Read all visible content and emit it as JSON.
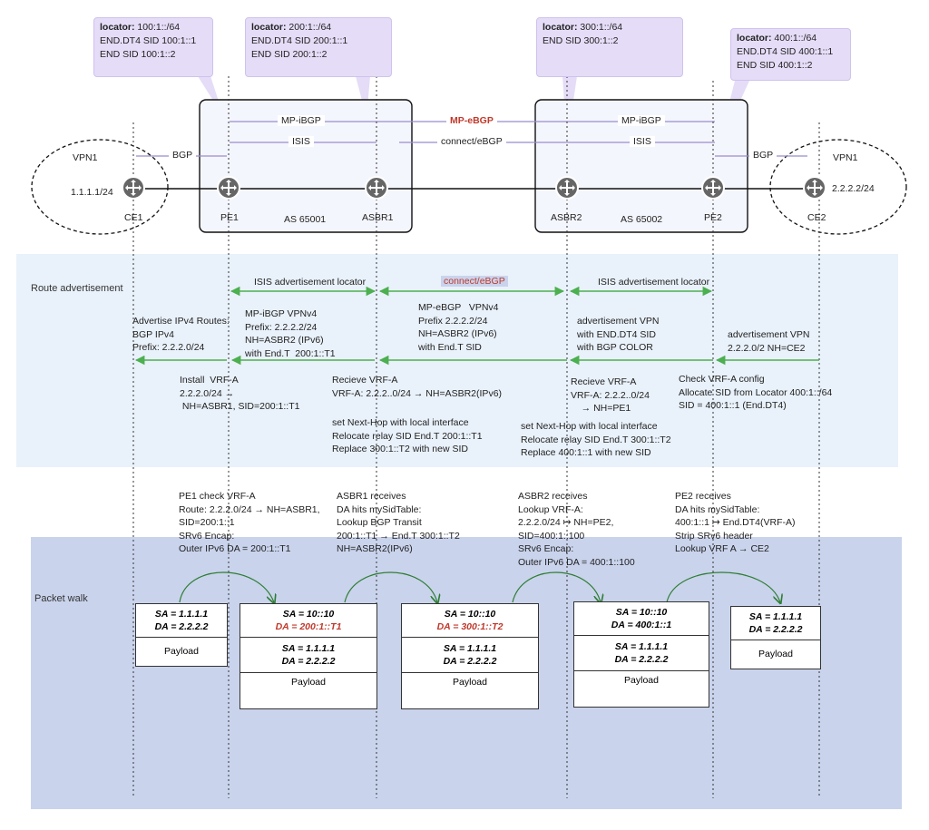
{
  "callouts": {
    "pe1": {
      "key": "locator:",
      "value": " 100:1::/64",
      "line2": "END.DT4 SID 100:1::1",
      "line3": "END SID 100:1::2"
    },
    "asbr1": {
      "key": "locator:",
      "value": " 200:1::/64",
      "line2": "END.DT4 SID 200:1::1",
      "line3": "END SID 200:1::2"
    },
    "asbr2": {
      "key": "locator:",
      "value": " 300:1::/64",
      "line2": "END SID 300:1::2"
    },
    "pe2": {
      "key": "locator:",
      "value": " 400:1::/64",
      "line2": "END.DT4 SID 400:1::1",
      "line3": "END SID 400:1::2"
    }
  },
  "topology": {
    "vpn_left": "VPN1",
    "vpn_right": "VPN1",
    "ce1_prefix": "1.1.1.1/24",
    "ce2_prefix": "2.2.2.2/24",
    "bgp_left": "BGP",
    "bgp_right": "BGP",
    "mp_ibgp_left": "MP-iBGP",
    "mp_ebgp": "MP-eBGP",
    "mp_ibgp_right": "MP-iBGP",
    "isis_left": "ISIS",
    "connect_ebgp": "connect/eBGP",
    "isis_right": "ISIS",
    "as_left": "AS 65001",
    "as_right": "AS 65002",
    "nodes": {
      "ce1": "CE1",
      "pe1": "PE1",
      "asbr1": "ASBR1",
      "asbr2": "ASBR2",
      "pe2": "PE2",
      "ce2": "CE2"
    }
  },
  "route_adv": {
    "section_label": "Route advertisement",
    "isis_left": "ISIS advertisement locator",
    "connect_ebgp": "connect/eBGP",
    "isis_right": "ISIS advertisement locator",
    "t_pe2_adv": "advertisement VPN\n2.2.2.0/2 NH=CE2",
    "t_asbr2_adv": "advertisement VPN\nwith END.DT4 SID\nwith BGP COLOR",
    "t_ebgp": "MP-eBGP   VPNv4\nPrefix 2.2.2.2/24\nNH=ASBR2 (IPv6)\nwith End.T SID",
    "t_ibgp": "MP-iBGP VPNv4\nPrefix: 2.2.2.2/24\nNH=ASBR2 (IPv6)\nwith End.T  200:1::T1",
    "t_ce_adv": "Advertise IPv4 Routes:\nBGP IPv4\nPrefix: 2.2.2.0/24",
    "t_install": "Install  VRF-A\n2.2.2.0/24 →\n NH=ASBR1, SID=200:1::T1",
    "t_asbr1_recv": "Recieve VRF-A\nVRF-A: 2.2.2..0/24 → NH=ASBR2(IPv6)",
    "t_asbr1_set": "set Next-Hop with local interface\nRelocate relay SID End.T 200:1::T1\nReplace 300:1::T2 with new SID",
    "t_asbr2_recv": "Recieve VRF-A\nVRF-A: 2.2.2..0/24\n    → NH=PE1",
    "t_asbr2_set": "set Next-Hop with local interface\nRelocate relay SID End.T 300:1::T2\nReplace 400:1::1 with new SID",
    "t_pe2_check": "Check VRF-A config\nAllocate SID from Locator 400:1::/64\nSID = 400:1::1 (End.DT4)"
  },
  "walk_notes": {
    "pe1": "PE1 check VRF-A\nRoute: 2.2.2.0/24 → NH=ASBR1,\nSID=200:1::1\nSRv6 Encap:\nOuter IPv6 DA = 200:1::T1",
    "asbr1": "ASBR1 receives\nDA hits mySidTable:\nLookup BGP Transit\n200:1::T1 → End.T 300:1::T2\nNH=ASBR2(IPv6)",
    "asbr2": "ASBR2 receives\nLookup VRF-A:\n2.2.2.0/24 ↦ NH=PE2,\nSID=400:1::100\nSRv6 Encap:\nOuter IPv6 DA = 400:1::100",
    "pe2": "PE2 receives\nDA hits mySidTable:\n400:1::1 ↦ End.DT4(VRF-A)\nStrip SRv6 header\nLookup VRF A → CE2"
  },
  "packet_walk": {
    "section_label": "Packet walk",
    "p1": {
      "sa": "SA = 1.1.1.1",
      "da": "DA = 2.2.2.2",
      "payload": "Payload"
    },
    "p2": {
      "osa": "SA = 10::10",
      "oda": "DA = 200:1::T1",
      "sa": "SA = 1.1.1.1",
      "da": "DA = 2.2.2.2",
      "payload": "Payload"
    },
    "p3": {
      "osa": "SA = 10::10",
      "oda": "DA = 300:1::T2",
      "sa": "SA = 1.1.1.1",
      "da": "DA = 2.2.2.2",
      "payload": "Payload"
    },
    "p4": {
      "osa": "SA = 10::10",
      "oda": "DA = 400:1::1",
      "sa": "SA = 1.1.1.1",
      "da": "DA = 2.2.2.2",
      "payload": "Payload"
    },
    "p5": {
      "sa": "SA = 1.1.1.1",
      "da": "DA = 2.2.2.2",
      "payload": "Payload"
    }
  },
  "colors": {
    "callout": "#e5dcf7",
    "route_band": "#e9f1fa",
    "walk_band": "#c9d3ec",
    "arrow": "#4caf50",
    "red": "#c0392b"
  }
}
